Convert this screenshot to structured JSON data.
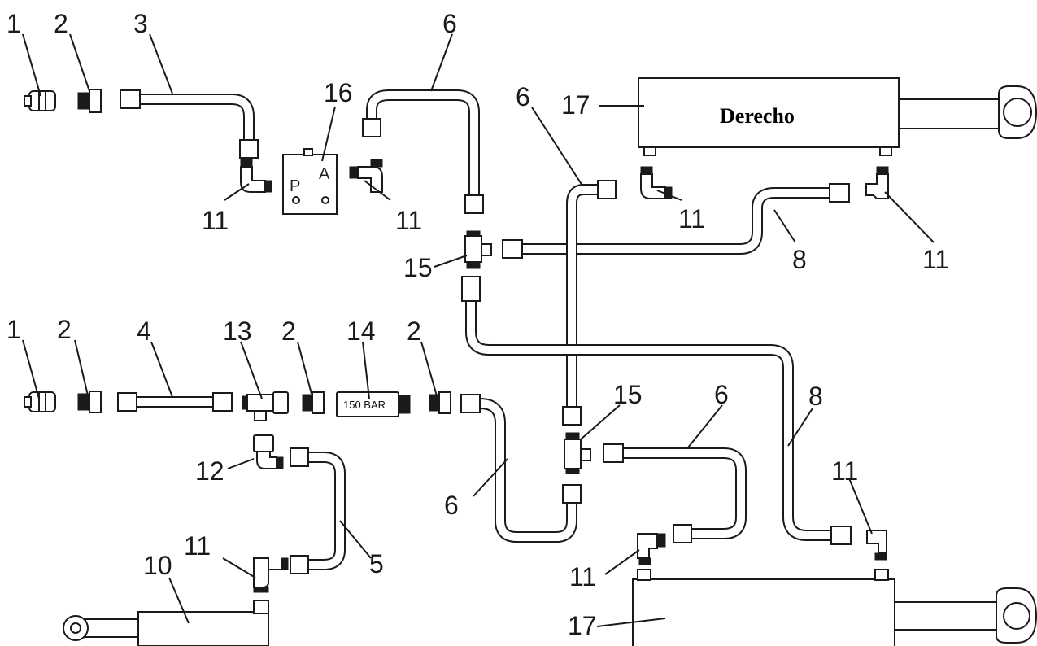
{
  "diagram": {
    "cylinder_right_top": {
      "number": "17",
      "title": "Derecho"
    },
    "cylinder_right_bottom": {
      "number": "17"
    },
    "cylinder_left": {
      "number": "10"
    },
    "relief_valve_text": "150 BAR",
    "block_ports": [
      "P",
      "A"
    ],
    "callouts": {
      "c1a": "1",
      "c2a": "2",
      "c3": "3",
      "c6a": "6",
      "c16": "16",
      "c17a": "17",
      "c6b": "6",
      "c11a": "11",
      "c11b": "11",
      "c11c": "11",
      "c8a": "8",
      "c11d": "11",
      "c15a": "15",
      "c1b": "1",
      "c2b": "2",
      "c4": "4",
      "c13": "13",
      "c2c": "2",
      "c14": "14",
      "c2d": "2",
      "c15b": "15",
      "c6c": "6",
      "c8b": "8",
      "c12": "12",
      "c6d": "6",
      "c11e": "11",
      "c5": "5",
      "c11f": "11",
      "c11g": "11",
      "c10": "10",
      "c17b": "17"
    }
  }
}
